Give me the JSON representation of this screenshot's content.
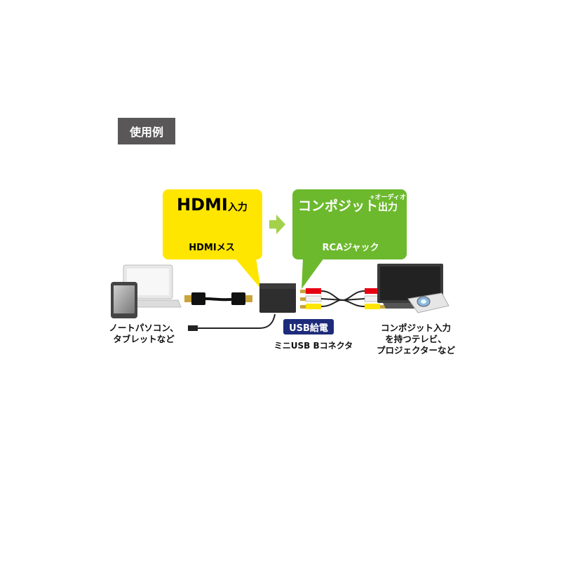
{
  "heading": "使用例",
  "input_bubble": {
    "title_main": "HDMI",
    "title_sub": "入力",
    "connector_label": "HDMIメス"
  },
  "output_bubble": {
    "title_main": "コンポジット",
    "title_sub": "出力",
    "title_sup": "+オーディオ",
    "connector_label": "RCAジャック"
  },
  "left_device_caption": [
    "ノートパソコン、",
    "タブレットなど"
  ],
  "usb_badge": "USB給電",
  "usb_caption": "ミニUSB Bコネクタ",
  "right_device_caption": [
    "コンポジット入力",
    "を持つテレビ、",
    "プロジェクターなど"
  ],
  "colors": {
    "yellow_bubble": "#ffe600",
    "green_bubble": "#6cb92d",
    "heading_bg": "#595757",
    "usb_badge_bg": "#1d2b7a"
  }
}
